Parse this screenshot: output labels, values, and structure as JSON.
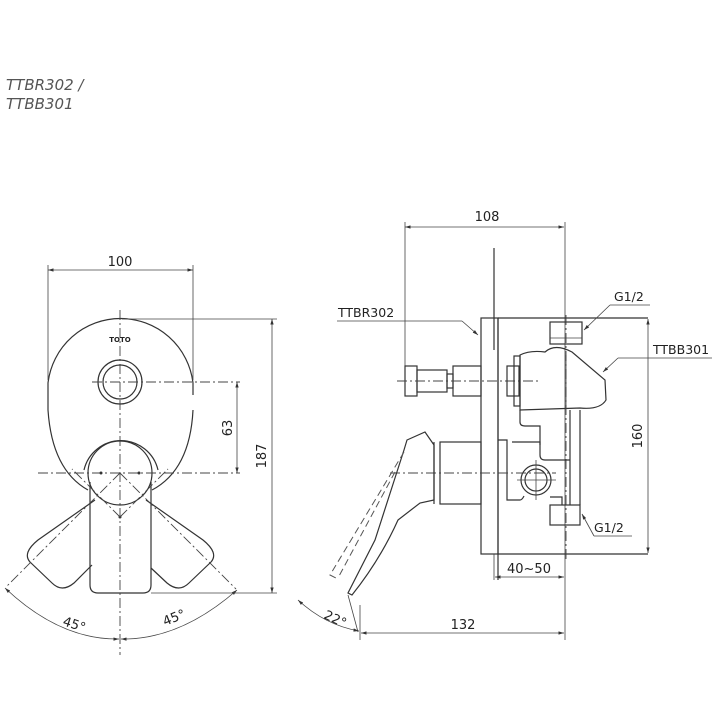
{
  "title": {
    "line1": "TTBR302 /",
    "line2": "TTBB301"
  },
  "front_view": {
    "logo": "TOTO",
    "dimensions": {
      "width": "100",
      "height": "187",
      "center_distance": "63",
      "angle_left": "45°",
      "angle_right": "45°"
    }
  },
  "side_view": {
    "labels": {
      "trim_model": "TTBR302",
      "body_model": "TTBB301",
      "inlet_top": "G1/2",
      "inlet_bottom": "G1/2"
    },
    "dimensions": {
      "depth_top": "108",
      "height": "160",
      "wall_depth": "40~50",
      "overall_depth": "132",
      "handle_angle": "22°"
    }
  },
  "colors": {
    "line": "#333333",
    "background": "#ffffff"
  }
}
